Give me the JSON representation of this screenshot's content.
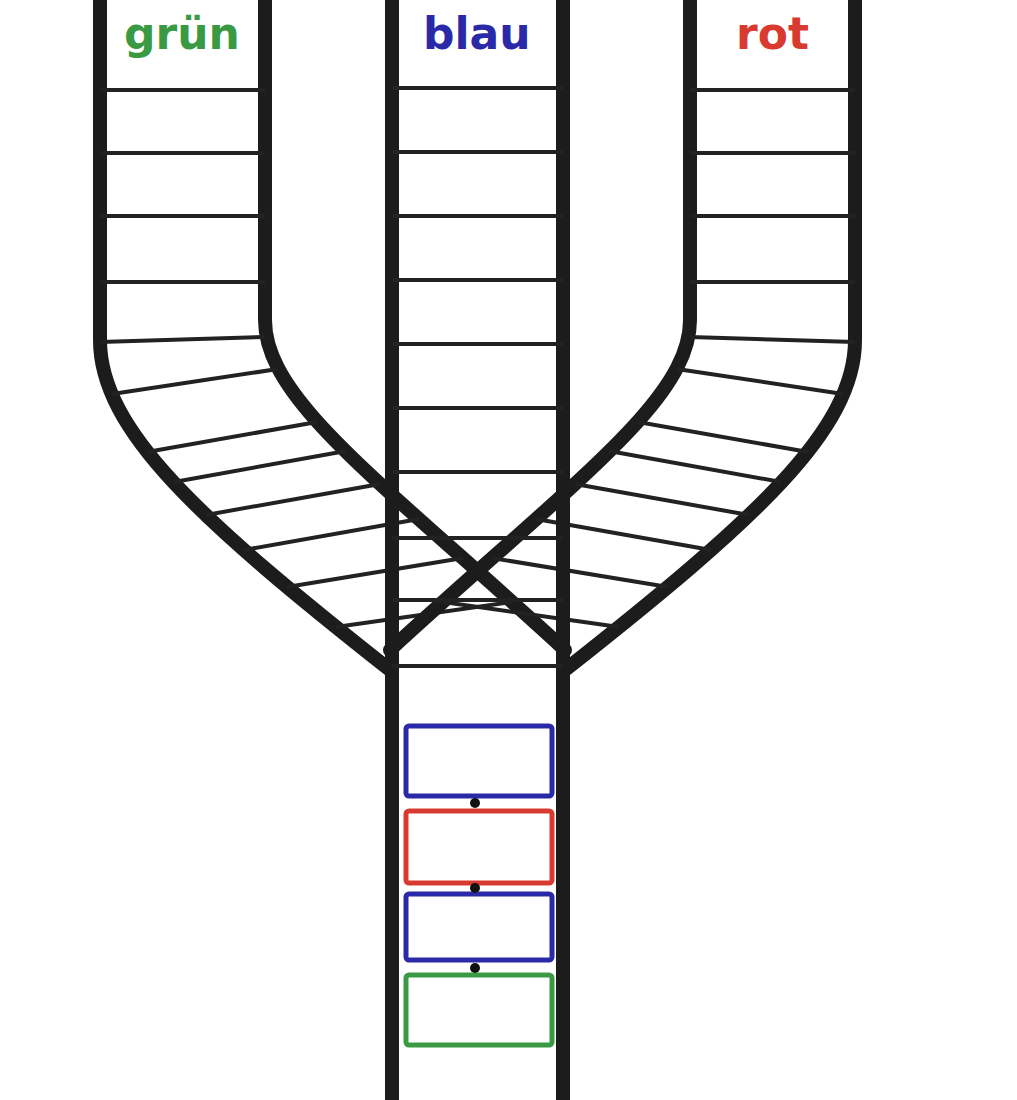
{
  "diagram": {
    "labels": [
      "grün",
      "blau",
      "rot"
    ]
  }
}
